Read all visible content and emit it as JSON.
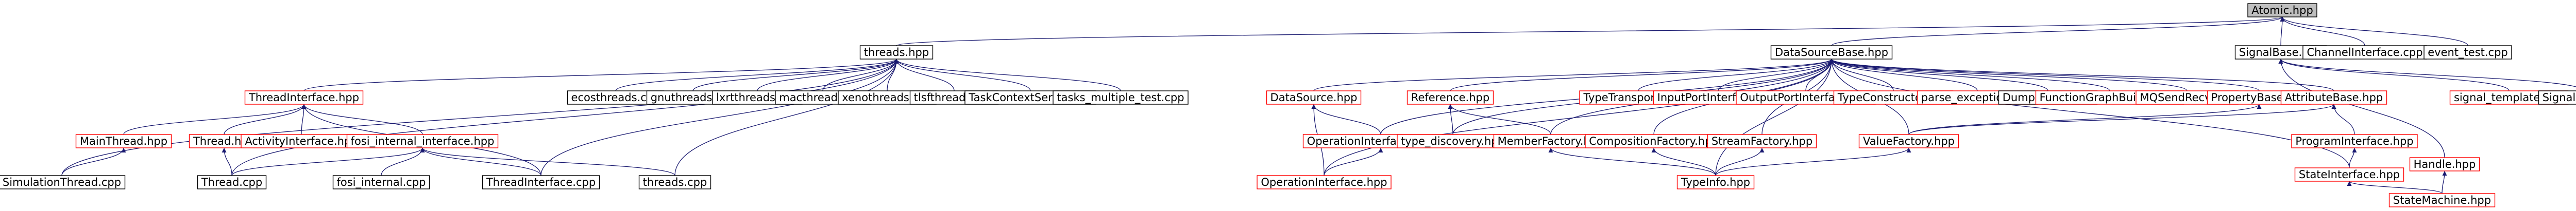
{
  "colors": {
    "edge": "#191970",
    "node_border_black": "#000000",
    "node_border_red": "#ff0000",
    "root_fill": "#bfbfbf",
    "node_fill": "#ffffff",
    "text": "#000000"
  },
  "graph": {
    "nodes": [
      {
        "id": "root",
        "label": "Atomic.hpp",
        "border": "black",
        "root": true
      },
      {
        "id": "threads_hpp",
        "label": "threads.hpp",
        "border": "black"
      },
      {
        "id": "datasourcebase",
        "label": "DataSourceBase.hpp",
        "border": "black"
      },
      {
        "id": "signalbase",
        "label": "SignalBase.hpp",
        "border": "black"
      },
      {
        "id": "channelinterface",
        "label": "ChannelInterface.cpp",
        "border": "black"
      },
      {
        "id": "event_test",
        "label": "event_test.cpp",
        "border": "black"
      },
      {
        "id": "threadinterface_hpp",
        "label": "ThreadInterface.hpp",
        "border": "red"
      },
      {
        "id": "mainthread",
        "label": "MainThread.hpp",
        "border": "red"
      },
      {
        "id": "thread_hpp",
        "label": "Thread.hpp",
        "border": "red"
      },
      {
        "id": "activityinterface",
        "label": "ActivityInterface.hpp",
        "border": "red"
      },
      {
        "id": "fosi_internal_interface",
        "label": "fosi_internal_interface.hpp",
        "border": "red"
      },
      {
        "id": "simulationthread",
        "label": "SimulationThread.cpp",
        "border": "black"
      },
      {
        "id": "thread_cpp",
        "label": "Thread.cpp",
        "border": "black"
      },
      {
        "id": "fosi_internal",
        "label": "fosi_internal.cpp",
        "border": "black"
      },
      {
        "id": "threadinterface_cpp",
        "label": "ThreadInterface.cpp",
        "border": "black"
      },
      {
        "id": "threads_cpp",
        "label": "threads.cpp",
        "border": "black"
      },
      {
        "id": "ecosthreads",
        "label": "ecosthreads.cpp",
        "border": "black"
      },
      {
        "id": "gnuthreads",
        "label": "gnuthreads.cpp",
        "border": "black"
      },
      {
        "id": "lxrtthreads",
        "label": "lxrtthreads.cpp",
        "border": "black"
      },
      {
        "id": "macthreads",
        "label": "macthreads.cpp",
        "border": "black"
      },
      {
        "id": "xenothreads",
        "label": "xenothreads.cpp",
        "border": "black"
      },
      {
        "id": "tlsfthreads",
        "label": "tlsfthreads.cpp",
        "border": "black"
      },
      {
        "id": "taskcontextserver",
        "label": "TaskContextServer.cpp",
        "border": "black"
      },
      {
        "id": "tasks_multiple_test",
        "label": "tasks_multiple_test.cpp",
        "border": "black"
      },
      {
        "id": "datasource_hpp",
        "label": "DataSource.hpp",
        "border": "red"
      },
      {
        "id": "reference_hpp",
        "label": "Reference.hpp",
        "border": "red"
      },
      {
        "id": "typetransporter",
        "label": "TypeTransporter.hpp",
        "border": "red"
      },
      {
        "id": "inputportinterface",
        "label": "InputPortInterface.hpp",
        "border": "red"
      },
      {
        "id": "outputportinterface",
        "label": "OutputPortInterface.hpp",
        "border": "red"
      },
      {
        "id": "typeconstructor",
        "label": "TypeConstructor.hpp",
        "border": "red"
      },
      {
        "id": "parse_exception",
        "label": "parse_exception.hpp",
        "border": "red"
      },
      {
        "id": "dumpobject",
        "label": "DumpObject.cpp",
        "border": "black"
      },
      {
        "id": "functiongraphbuilder",
        "label": "FunctionGraphBuilder.hpp",
        "border": "red"
      },
      {
        "id": "mqsenderbase",
        "label": "MQSendRecv.hpp",
        "border": "red"
      },
      {
        "id": "propertybase",
        "label": "PropertyBase.hpp",
        "border": "red"
      },
      {
        "id": "attributebase",
        "label": "AttributeBase.hpp",
        "border": "red"
      },
      {
        "id": "operationinterfacepart",
        "label": "OperationInterfacePart.hpp",
        "border": "red"
      },
      {
        "id": "type_discovery",
        "label": "type_discovery.hpp",
        "border": "red"
      },
      {
        "id": "memberfactory",
        "label": "MemberFactory.hpp",
        "border": "red"
      },
      {
        "id": "compositionfactory",
        "label": "CompositionFactory.hpp",
        "border": "red"
      },
      {
        "id": "streamfactory",
        "label": "StreamFactory.hpp",
        "border": "red"
      },
      {
        "id": "valuefactory",
        "label": "ValueFactory.hpp",
        "border": "red"
      },
      {
        "id": "operationinterface",
        "label": "OperationInterface.hpp",
        "border": "red"
      },
      {
        "id": "typeinfo",
        "label": "TypeInfo.hpp",
        "border": "red"
      },
      {
        "id": "programinterface",
        "label": "ProgramInterface.hpp",
        "border": "red"
      },
      {
        "id": "stateinterface",
        "label": "StateInterface.hpp",
        "border": "red"
      },
      {
        "id": "statemachine",
        "label": "StateMachine.hpp",
        "border": "red"
      },
      {
        "id": "signal_template",
        "label": "signal_template.hpp",
        "border": "red"
      },
      {
        "id": "signalbase_cpp",
        "label": "SignalBase.cpp",
        "border": "black"
      },
      {
        "id": "handle_hpp",
        "label": "Handle.hpp",
        "border": "red"
      }
    ],
    "edges": [
      [
        "threads_hpp",
        "root"
      ],
      [
        "datasourcebase",
        "root"
      ],
      [
        "signalbase",
        "root"
      ],
      [
        "channelinterface",
        "root"
      ],
      [
        "event_test",
        "root"
      ],
      [
        "threadinterface_hpp",
        "threads_hpp"
      ],
      [
        "simulationthread",
        "threads_hpp"
      ],
      [
        "thread_cpp",
        "threads_hpp"
      ],
      [
        "threadinterface_cpp",
        "threads_hpp"
      ],
      [
        "threads_cpp",
        "threads_hpp"
      ],
      [
        "ecosthreads",
        "threads_hpp"
      ],
      [
        "gnuthreads",
        "threads_hpp"
      ],
      [
        "lxrtthreads",
        "threads_hpp"
      ],
      [
        "macthreads",
        "threads_hpp"
      ],
      [
        "xenothreads",
        "threads_hpp"
      ],
      [
        "tlsfthreads",
        "threads_hpp"
      ],
      [
        "taskcontextserver",
        "threads_hpp"
      ],
      [
        "tasks_multiple_test",
        "threads_hpp"
      ],
      [
        "mainthread",
        "threadinterface_hpp"
      ],
      [
        "thread_hpp",
        "threadinterface_hpp"
      ],
      [
        "activityinterface",
        "threadinterface_hpp"
      ],
      [
        "fosi_internal_interface",
        "threadinterface_hpp"
      ],
      [
        "threadinterface_cpp",
        "threadinterface_hpp"
      ],
      [
        "simulationthread",
        "mainthread"
      ],
      [
        "thread_cpp",
        "thread_hpp"
      ],
      [
        "fosi_internal",
        "fosi_internal_interface"
      ],
      [
        "thread_cpp",
        "fosi_internal_interface"
      ],
      [
        "threadinterface_cpp",
        "fosi_internal_interface"
      ],
      [
        "threads_cpp",
        "fosi_internal_interface"
      ],
      [
        "datasource_hpp",
        "datasourcebase"
      ],
      [
        "reference_hpp",
        "datasourcebase"
      ],
      [
        "typetransporter",
        "datasourcebase"
      ],
      [
        "inputportinterface",
        "datasourcebase"
      ],
      [
        "outputportinterface",
        "datasourcebase"
      ],
      [
        "typeconstructor",
        "datasourcebase"
      ],
      [
        "parse_exception",
        "datasourcebase"
      ],
      [
        "dumpobject",
        "datasourcebase"
      ],
      [
        "functiongraphbuilder",
        "datasourcebase"
      ],
      [
        "mqsenderbase",
        "datasourcebase"
      ],
      [
        "propertybase",
        "datasourcebase"
      ],
      [
        "attributebase",
        "datasourcebase"
      ],
      [
        "operationinterfacepart",
        "datasourcebase"
      ],
      [
        "type_discovery",
        "datasourcebase"
      ],
      [
        "memberfactory",
        "datasourcebase"
      ],
      [
        "compositionfactory",
        "datasourcebase"
      ],
      [
        "streamfactory",
        "datasourcebase"
      ],
      [
        "valuefactory",
        "datasourcebase"
      ],
      [
        "operationinterface",
        "datasourcebase"
      ],
      [
        "typeinfo",
        "datasourcebase"
      ],
      [
        "stateinterface",
        "datasourcebase"
      ],
      [
        "operationinterfacepart",
        "datasource_hpp"
      ],
      [
        "operationinterface",
        "datasource_hpp"
      ],
      [
        "type_discovery",
        "reference_hpp"
      ],
      [
        "memberfactory",
        "reference_hpp"
      ],
      [
        "operationinterface",
        "operationinterfacepart"
      ],
      [
        "typeinfo",
        "memberfactory"
      ],
      [
        "typeinfo",
        "compositionfactory"
      ],
      [
        "typeinfo",
        "streamfactory"
      ],
      [
        "valuefactory",
        "propertybase"
      ],
      [
        "valuefactory",
        "attributebase"
      ],
      [
        "programinterface",
        "attributebase"
      ],
      [
        "typeinfo",
        "valuefactory"
      ],
      [
        "stateinterface",
        "programinterface"
      ],
      [
        "statemachine",
        "stateinterface"
      ],
      [
        "signal_template",
        "signalbase"
      ],
      [
        "signalbase_cpp",
        "signalbase"
      ],
      [
        "handle_hpp",
        "signalbase"
      ],
      [
        "statemachine",
        "handle_hpp"
      ]
    ]
  }
}
